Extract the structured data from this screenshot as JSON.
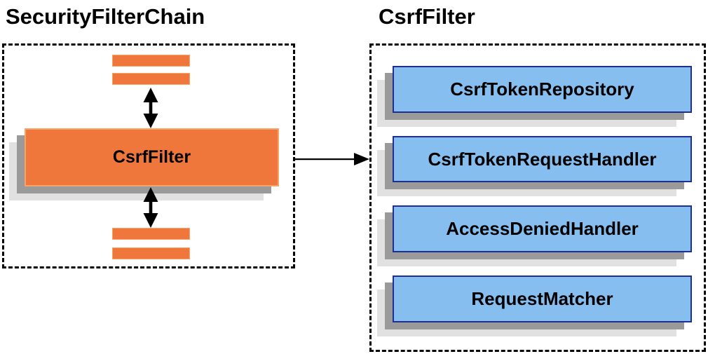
{
  "colors": {
    "orange": "#F0773B",
    "orange_border": "#F8A469",
    "blue": "#86BEF0",
    "blue_border": "#1F2E91",
    "shadow_dark": "#9A9A9A",
    "shadow_light": "#E1E1E1",
    "line": "#000000"
  },
  "left_panel": {
    "title": "SecurityFilterChain",
    "filter_box": {
      "label": "CsrfFilter"
    }
  },
  "right_panel": {
    "title": "CsrfFilter",
    "components": [
      {
        "label": "CsrfTokenRepository"
      },
      {
        "label": "CsrfTokenRequestHandler"
      },
      {
        "label": "AccessDeniedHandler"
      },
      {
        "label": "RequestMatcher"
      }
    ]
  },
  "icons": {
    "vertical_double_arrow": "↕",
    "flow_arrow": "→"
  }
}
